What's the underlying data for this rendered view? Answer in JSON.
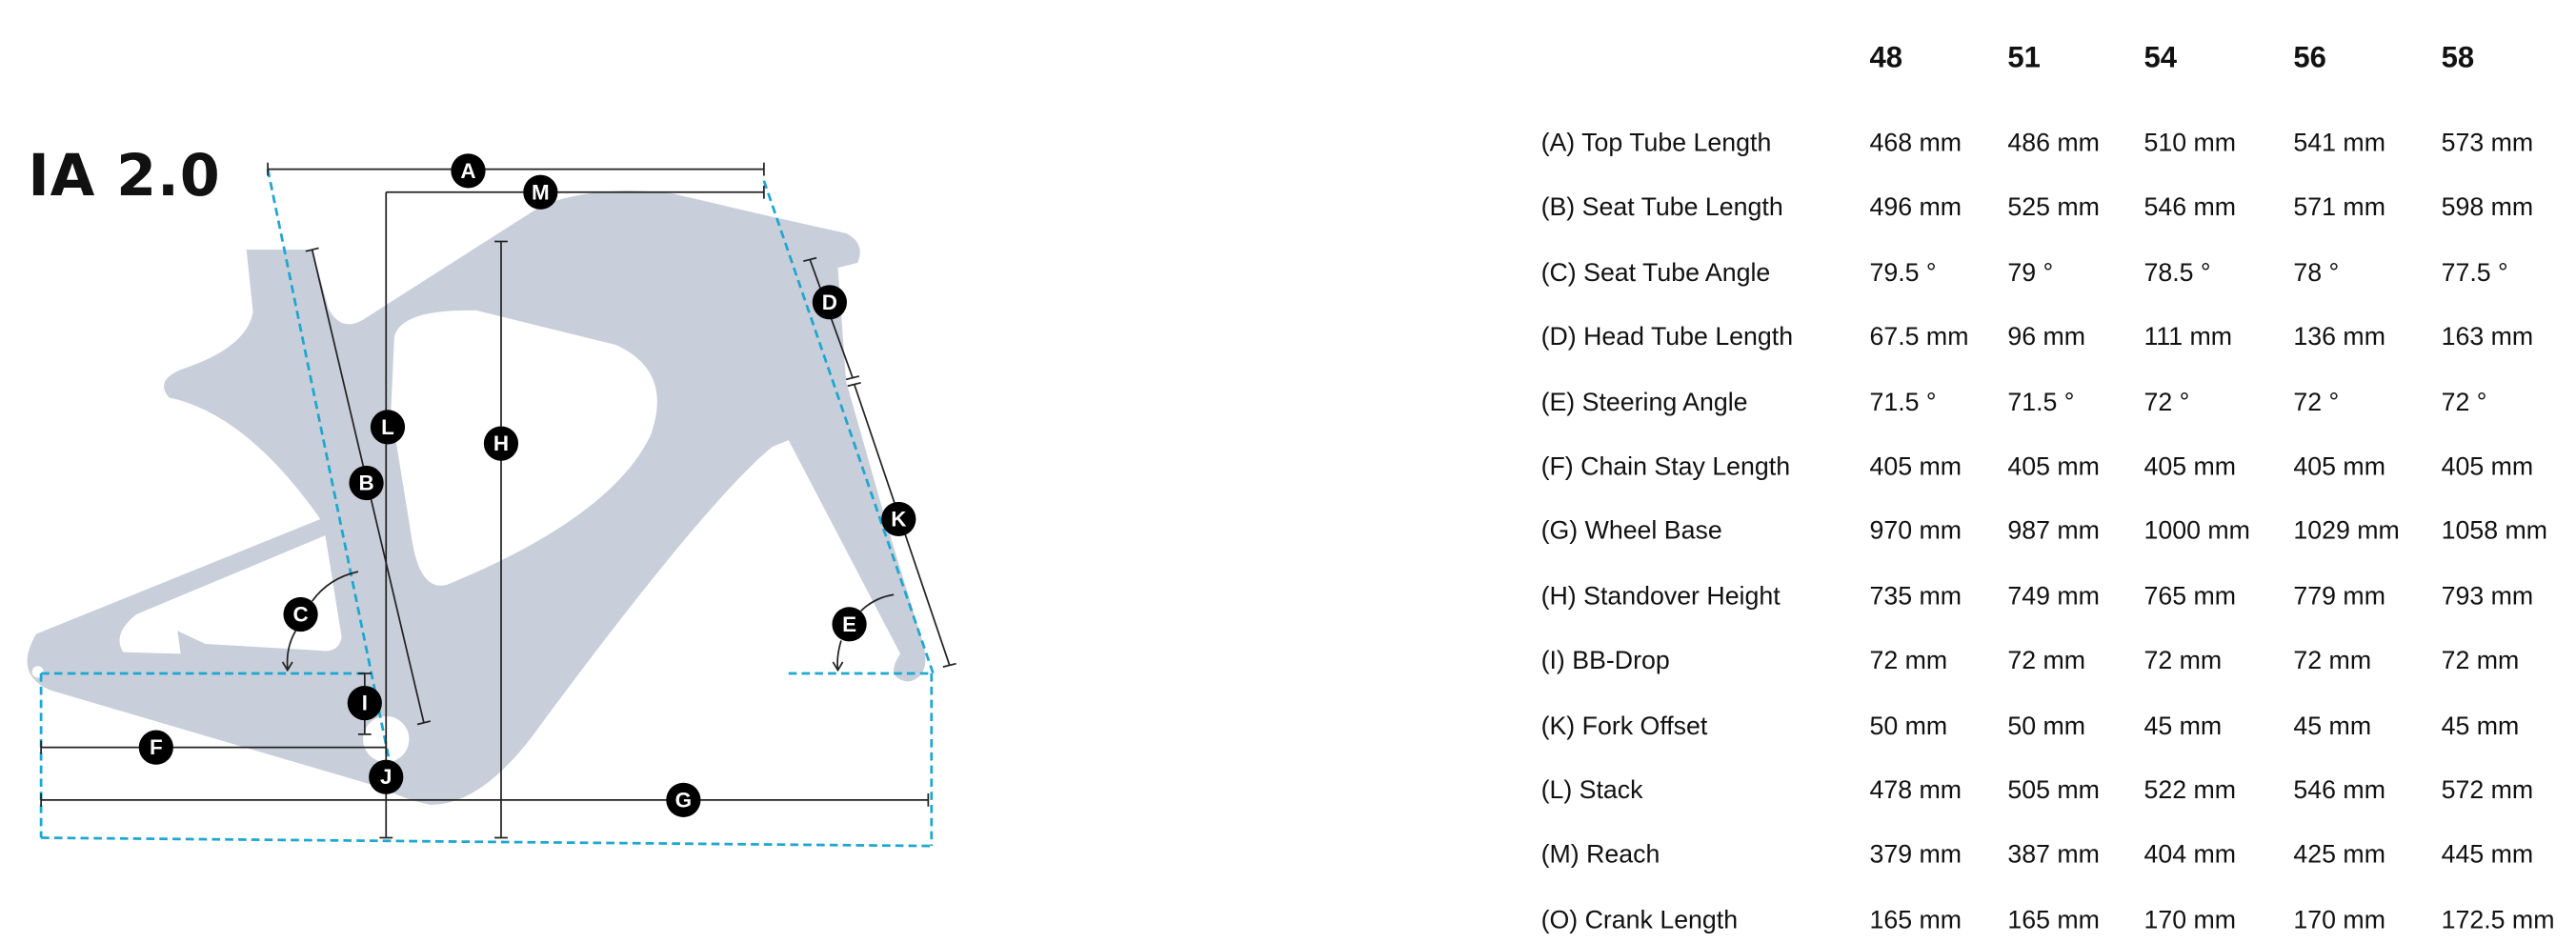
{
  "title": "IA 2.0",
  "colors": {
    "frame": "#c8cfda",
    "dash": "#1ea7d0",
    "line": "#222222",
    "marker": "#000000"
  },
  "markers": {
    "A": "A",
    "B": "B",
    "C": "C",
    "D": "D",
    "E": "E",
    "F": "F",
    "G": "G",
    "H": "H",
    "I": "I",
    "J": "J",
    "K": "K",
    "L": "L",
    "M": "M"
  },
  "table": {
    "sizes": [
      "48",
      "51",
      "54",
      "56",
      "58"
    ],
    "rows": [
      {
        "label": "(A) Top Tube Length",
        "values": [
          "468 mm",
          "486 mm",
          "510 mm",
          "541 mm",
          "573 mm"
        ]
      },
      {
        "label": "(B) Seat Tube Length",
        "values": [
          "496 mm",
          "525 mm",
          "546 mm",
          "571 mm",
          "598 mm"
        ]
      },
      {
        "label": "(C) Seat Tube Angle",
        "values": [
          "79.5 °",
          "79 °",
          "78.5 °",
          "78 °",
          "77.5 °"
        ]
      },
      {
        "label": "(D) Head Tube Length",
        "values": [
          "67.5 mm",
          "96 mm",
          "111 mm",
          "136 mm",
          "163 mm"
        ]
      },
      {
        "label": "(E) Steering Angle",
        "values": [
          "71.5 °",
          "71.5 °",
          "72 °",
          "72 °",
          "72 °"
        ]
      },
      {
        "label": "(F) Chain Stay Length",
        "values": [
          "405 mm",
          "405 mm",
          "405 mm",
          "405 mm",
          "405 mm"
        ]
      },
      {
        "label": "(G) Wheel Base",
        "values": [
          "970 mm",
          "987 mm",
          "1000 mm",
          "1029 mm",
          "1058 mm"
        ]
      },
      {
        "label": "(H) Standover Height",
        "values": [
          "735 mm",
          "749 mm",
          "765 mm",
          "779 mm",
          "793 mm"
        ]
      },
      {
        "label": "(I) BB-Drop",
        "values": [
          "72 mm",
          "72 mm",
          "72 mm",
          "72 mm",
          "72 mm"
        ]
      },
      {
        "label": "(K) Fork Offset",
        "values": [
          "50 mm",
          "50 mm",
          "45 mm",
          "45 mm",
          "45 mm"
        ]
      },
      {
        "label": "(L) Stack",
        "values": [
          "478 mm",
          "505 mm",
          "522 mm",
          "546 mm",
          "572 mm"
        ]
      },
      {
        "label": "(M) Reach",
        "values": [
          "379 mm",
          "387 mm",
          "404 mm",
          "425 mm",
          "445 mm"
        ]
      },
      {
        "label": "(O) Crank Length",
        "values": [
          "165 mm",
          "165 mm",
          "170 mm",
          "170 mm",
          "172.5 mm"
        ]
      }
    ]
  }
}
